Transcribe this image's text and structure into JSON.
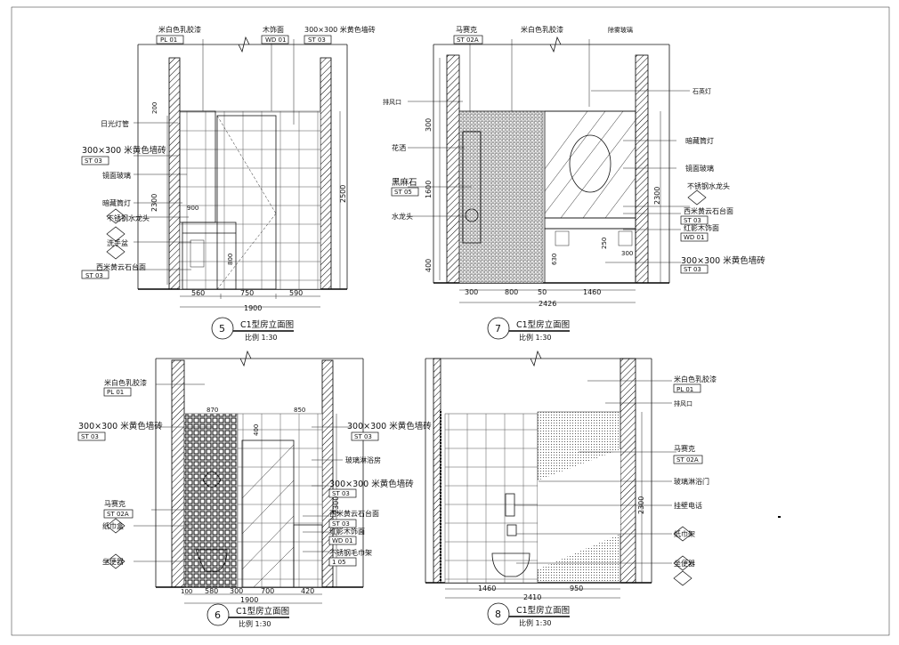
{
  "panels": [
    {
      "id": "5",
      "title": "C1型房立面图",
      "scale": "比例  1:30",
      "labels": {
        "top1": "米白色乳胶漆",
        "top1_code": "PL 01",
        "top2": "木饰面",
        "top2_code": "WD 01",
        "top3": "300×300 米黄色墙砖",
        "top3_code": "ST 03",
        "l1": "日光灯管",
        "l2": "300×300 米黄色墙砖",
        "l2_code": "ST 03",
        "l3": "镜面玻璃",
        "l4": "暗藏筒灯",
        "l5": "不锈钢水龙头",
        "l6": "洗手盆",
        "l7": "西米黄云石台面",
        "l7_code": "ST 03"
      },
      "dims": {
        "d1": "560",
        "d2": "750",
        "d3": "590",
        "total": "1900",
        "h1": "200",
        "h2": "2300",
        "h3": "2500",
        "w1": "900",
        "w2": "800"
      }
    },
    {
      "id": "7",
      "title": "C1型房立面图",
      "scale": "比例  1:30",
      "labels": {
        "top1": "马赛克",
        "top1_code": "ST 02A",
        "top2": "米白色乳胶漆",
        "top3": "除雾玻璃",
        "l1": "排风口",
        "l2": "花洒",
        "l3": "黑麻石",
        "l3_code": "ST 05",
        "l4": "水龙头",
        "r1": "石英灯",
        "r2": "暗藏筒灯",
        "r3": "镜面玻璃",
        "r4": "不锈钢水龙头",
        "r5": "西米黄云石台面",
        "r5_code": "ST 03",
        "r6": "红影木饰面",
        "r6_code": "WD 01",
        "r7": "300×300 米黄色墙砖",
        "r7_code": "ST 03"
      },
      "dims": {
        "d1": "300",
        "d2": "800",
        "d3": "50",
        "d4": "1460",
        "total": "2426",
        "h1": "300",
        "h2": "1600",
        "h3": "400",
        "h4": "2300",
        "w1": "630",
        "w2": "250",
        "w3": "300"
      }
    },
    {
      "id": "6",
      "title": "C1型房立面图",
      "scale": "比例  1:30",
      "labels": {
        "top1": "米白色乳胶漆",
        "top1_code": "PL 01",
        "l1": "300×300 米黄色墙砖",
        "l1_code": "ST 03",
        "l2": "马赛克",
        "l2_code": "ST 02A",
        "l3": "纸巾盒",
        "l4": "坐便器",
        "r1": "300×300 米黄色墙砖",
        "r1_code": "ST 03",
        "r2": "玻璃淋浴房",
        "r3": "300×300 米黄色墙砖",
        "r3_code": "ST 03",
        "r4": "西米黄云石台面",
        "r4_code": "ST 03",
        "r5": "红影木饰面",
        "r5_code": "WD 01",
        "r6": "不锈钢毛巾架",
        "r6_code": "1 05"
      },
      "dims": {
        "d0": "100",
        "d1": "580",
        "d2": "300",
        "d3": "700",
        "d4": "420",
        "total": "1900",
        "h1": "400",
        "h2": "2300",
        "top_a": "870",
        "top_b": "850"
      }
    },
    {
      "id": "8",
      "title": "C1型房立面图",
      "scale": "比例  1:30",
      "labels": {
        "r1": "米白色乳胶漆",
        "r1_code": "PL 01",
        "r2": "排风口",
        "r3": "马赛克",
        "r3_code": "ST 02A",
        "r4": "玻璃淋浴门",
        "r5": "挂壁电话",
        "r6": "纸巾架",
        "r7": "坐便器"
      },
      "dims": {
        "d1": "1460",
        "d2": "950",
        "total": "2410",
        "h1": "2300"
      }
    }
  ]
}
